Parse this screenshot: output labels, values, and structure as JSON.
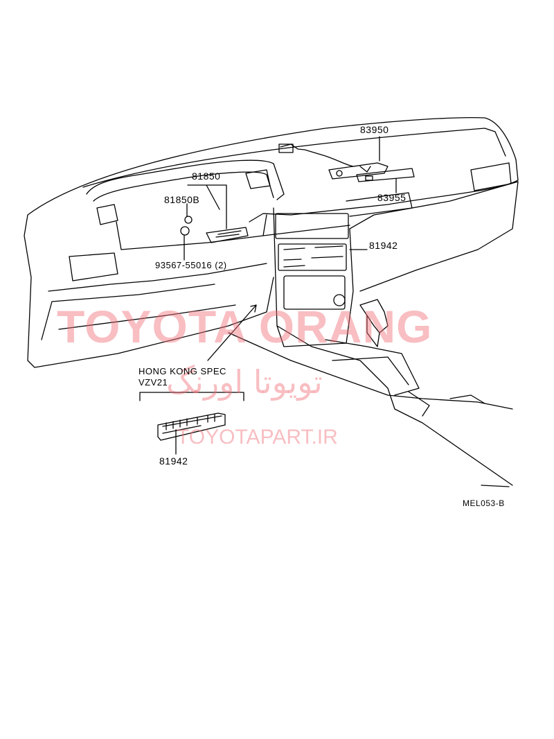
{
  "diagram_code": "MEL053-B",
  "callouts": {
    "p83950": "83950",
    "p83955": "83955",
    "p81850": "81850",
    "p81850b": "81850B",
    "p93567": "93567-55016 (2)",
    "p81942_main": "81942",
    "p81942_hk": "81942"
  },
  "spec_note": {
    "line1": "HONG KONG SPEC",
    "line2": "VZV21"
  },
  "watermarks": {
    "brand": "TOYOTA ORANG",
    "persian": "تویوتا اورنگ",
    "site": "TOYOTAPART.IR"
  }
}
